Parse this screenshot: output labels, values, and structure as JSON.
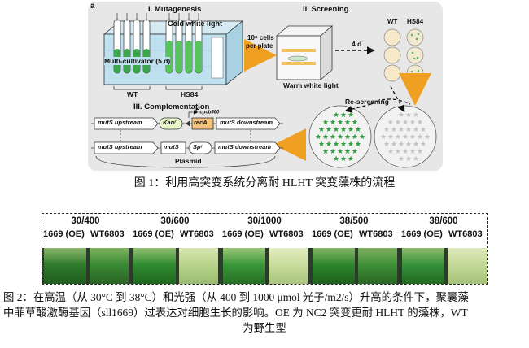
{
  "figure1": {
    "panel_letter": "a",
    "sections": {
      "mutagenesis": "I. Mutagenesis",
      "screening": "II. Screening",
      "complementation": "III. Complementation"
    },
    "labels": {
      "cold_light": "Cold white light",
      "multi_cultivator": "Multi-cultivator (5 d)",
      "wt": "WT",
      "hs84": "HS84",
      "cells_count": "10⁸ cells",
      "per_plate": "per plate",
      "warm_light": "Warm white light",
      "days": "4 d",
      "rescreening": "Re-screening",
      "promoter": "P",
      "promoter_sub": "cpcb560",
      "plasmid": "Plasmid"
    },
    "construct_top": [
      "mutS upstream",
      "Kanʳ",
      "recA",
      "mutS downstream"
    ],
    "construct_bottom": [
      "mutS upstream",
      "mutS",
      "Spʳ",
      "mutS downstream"
    ],
    "caption": "图 1：利用高突变系统分离耐 HLHT 突变藻株的流程"
  },
  "figure2": {
    "groups": [
      {
        "condition": "30/400",
        "left": "1669 (OE)",
        "right": "WT6803"
      },
      {
        "condition": "30/600",
        "left": "1669 (OE)",
        "right": "WT6803"
      },
      {
        "condition": "30/1000",
        "left": "1669 (OE)",
        "right": "WT6803"
      },
      {
        "condition": "38/500",
        "left": "1669 (OE)",
        "right": "WT6803"
      },
      {
        "condition": "38/600",
        "left": "1669 (OE)",
        "right": "WT6803"
      }
    ],
    "caption_lines": [
      "图 2：在高温（从 30°C 到 38°C）和光强（从 400 到 1000 μmol 光子/m2/s）升高的条件下，聚囊藻",
      "中菲草酸激酶基因（sll1669）过表达对细胞生长的影响。OE 为 NC2 突变更耐 HLHT 的藻株，WT",
      "为野生型"
    ]
  }
}
